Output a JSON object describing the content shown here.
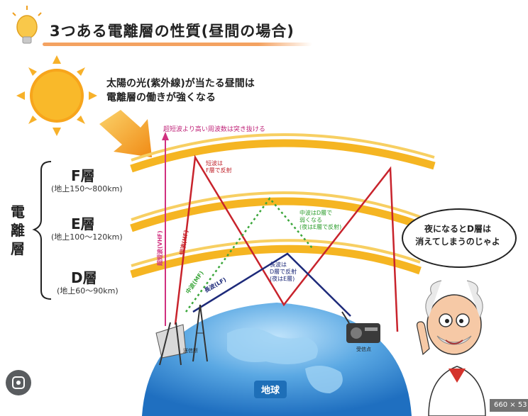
{
  "title": "3つある電離層の性質(昼間の場合)",
  "sun_caption": [
    "太陽の光(紫外線)が当たる昼間は",
    "電離層の働きが強くなる"
  ],
  "ionosphere_label": "電離層",
  "layers": [
    {
      "name": "F層",
      "altitude": "(地上150〜800km)"
    },
    {
      "name": "E層",
      "altitude": "(地上100〜120km)"
    },
    {
      "name": "D層",
      "altitude": "(地上60〜90km)"
    }
  ],
  "wave_notes": {
    "vhf_top": "超短波より高い周波数は突き抜ける",
    "hf": [
      "短波は",
      "F層で反射"
    ],
    "mf": [
      "中波はD層で",
      "弱くなる",
      "(夜はE層で反射)"
    ],
    "lf": [
      "長波は",
      "D層で反射",
      "(夜はE層)"
    ]
  },
  "wave_labels": {
    "vhf": "超短波(VHF)",
    "hf": "短波(HF)",
    "mf": "中波(MF)",
    "lf": "長波(LF)"
  },
  "speech_bubble": [
    "夜になるとD層は",
    "消えてしまうのじゃよ"
  ],
  "earth_label": "地球",
  "transmitter_label": "送信所",
  "receiver_label": "受信点",
  "dimension_badge": "660 × 53",
  "colors": {
    "sun": "#f7a51c",
    "layer_band": "#f5b522",
    "earth": "#2f84d0",
    "vhf": "#d0307f",
    "hf": "#c8232c",
    "mf": "#3aa63a",
    "lf": "#1d2a7a",
    "title_underline": "#f4a261"
  },
  "icons": [
    "lightbulb-icon",
    "sun-icon",
    "arrow-icon",
    "brace-icon",
    "professor-illustration",
    "transmitter-tower-icon",
    "radio-receiver-icon",
    "google-lens-icon"
  ]
}
